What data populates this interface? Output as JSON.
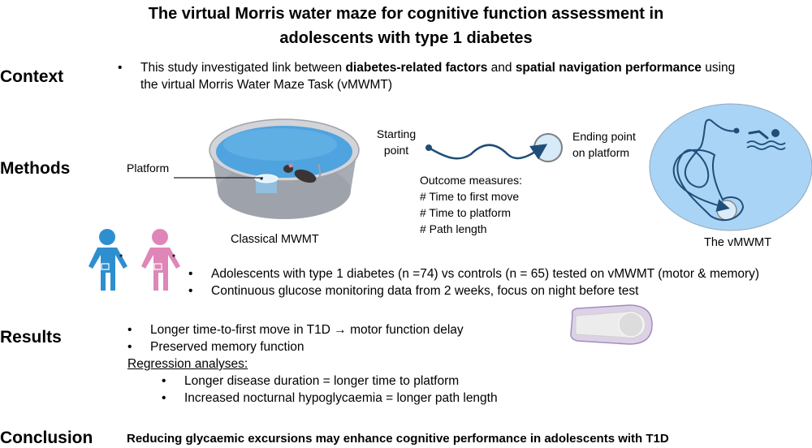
{
  "title": {
    "line1": "The virtual Morris water maze for cognitive function assessment in",
    "line2": "adolescents with type 1 diabetes"
  },
  "sections": {
    "context": "Context",
    "methods": "Methods",
    "results": "Results",
    "conclusion": "Conclusion"
  },
  "context": {
    "bullet_parts": {
      "p1": "This study investigated link between ",
      "b1": "diabetes-related factors",
      "p2": " and ",
      "b2": "spatial navigation performance",
      "p3": " using the virtual Morris Water Maze Task (vMWMT)"
    }
  },
  "methods": {
    "platform_label": "Platform",
    "classical_label": "Classical MWMT",
    "starting_point": "Starting point",
    "starting_line1": "Starting",
    "starting_line2": "point",
    "ending_line1": "Ending point",
    "ending_line2": "on platform",
    "outcome_title": "Outcome measures:",
    "outcomes": [
      "# Time to first move",
      "# Time to platform",
      "# Path length"
    ],
    "vmwmt_label": "The vMWMT",
    "bullets": [
      "Adolescents with type 1 diabetes (n =74) vs controls (n = 65) tested on vMWMT (motor & memory)",
      "Continuous glucose monitoring data from 2 weeks, focus on night before test"
    ]
  },
  "results": {
    "bullets": [
      "Longer time-to-first move in T1D → motor function delay",
      "Preserved memory function"
    ],
    "regression_heading": "Regression analyses:",
    "regression_bullets": [
      "Longer disease duration = longer time to platform",
      "Increased nocturnal hypoglycaemia = longer path length"
    ]
  },
  "conclusion": {
    "text": "Reducing glycaemic excursions may enhance cognitive performance in adolescents with T1D"
  },
  "colors": {
    "water": "#5aaee6",
    "pool_wall": "#b9bcc4",
    "vmwmt_bg": "#a9d4f5",
    "path": "#1f4e79",
    "boy": "#2e8fd0",
    "girl": "#df86b8",
    "sensor_border": "#b7a2cc"
  }
}
